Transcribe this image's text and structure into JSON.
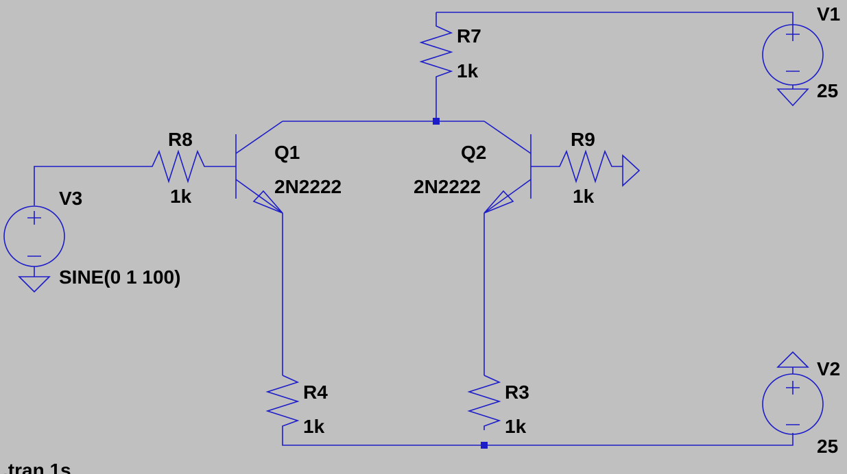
{
  "colors": {
    "background": "#c0c0c0",
    "wire": "#1c1cc8",
    "label_text": "#000000"
  },
  "components": {
    "R7": {
      "ref": "R7",
      "value": "1k"
    },
    "R8": {
      "ref": "R8",
      "value": "1k"
    },
    "R9": {
      "ref": "R9",
      "value": "1k"
    },
    "R4": {
      "ref": "R4",
      "value": "1k"
    },
    "R3": {
      "ref": "R3",
      "value": "1k"
    },
    "Q1": {
      "ref": "Q1",
      "model": "2N2222"
    },
    "Q2": {
      "ref": "Q2",
      "model": "2N2222"
    },
    "V1": {
      "ref": "V1",
      "value": "25"
    },
    "V2": {
      "ref": "V2",
      "value": "25"
    },
    "V3": {
      "ref": "V3",
      "value": "SINE(0 1 100)"
    }
  },
  "directive": ".tran 1s"
}
